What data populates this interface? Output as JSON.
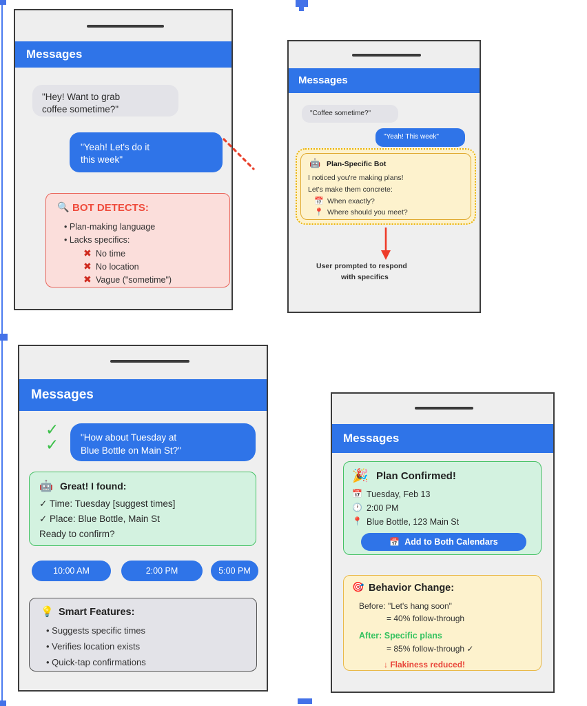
{
  "app": {
    "title": "Messages"
  },
  "colors": {
    "brand_blue": "#2f74e8",
    "bubble_incoming": "#e3e3e8",
    "alert_red": "#cf2a1f",
    "alert_red_bg": "#fbdedb",
    "success_green": "#44c164",
    "success_green_bg": "#d3f2e0",
    "warn_yellow": "#eab308",
    "warn_yellow_bg": "#fdf2cd",
    "frame_dark": "#3c3c3c"
  },
  "panel1": {
    "title": "Messages",
    "messages": [
      {
        "side": "incoming",
        "lines": [
          "\"Hey! Want to grab",
          "coffee sometime?\""
        ]
      },
      {
        "side": "outgoing",
        "lines": [
          "\"Yeah! Let's do it",
          "this week\""
        ]
      }
    ],
    "detect_box": {
      "icon": "magnifier-icon",
      "icon_glyph": "🔍",
      "heading": "BOT DETECTS:",
      "bullets": [
        "Plan-making language",
        "Lacks specifics:"
      ],
      "failures": [
        {
          "glyph": "✖",
          "label": "No time"
        },
        {
          "glyph": "✖",
          "label": "No location"
        },
        {
          "glyph": "✖",
          "label": "Vague (\"sometime\")"
        }
      ]
    }
  },
  "panel2": {
    "title": "Messages",
    "messages": [
      {
        "side": "incoming",
        "lines": [
          "\"Coffee sometime?\""
        ]
      },
      {
        "side": "outgoing",
        "lines": [
          "\"Yeah! This week\""
        ]
      }
    ],
    "bot_card": {
      "avatar": "robot-icon",
      "avatar_glyph": "🤖",
      "name": "Plan-Specific Bot",
      "lines": [
        "I noticed you're making plans!",
        "Let's make them concrete:"
      ],
      "prompts": [
        {
          "glyph": "📅",
          "icon": "calendar-icon",
          "text": "When exactly?"
        },
        {
          "glyph": "📍",
          "icon": "pin-icon",
          "text": "Where should you meet?"
        }
      ]
    },
    "outcome": {
      "lines": [
        "User prompted to respond",
        "with specifics"
      ]
    }
  },
  "panel3": {
    "title": "Messages",
    "verified_marks": [
      "✓",
      "✓"
    ],
    "messages": [
      {
        "side": "outgoing",
        "lines": [
          "\"How about Tuesday at",
          "Blue Bottle on Main St?\""
        ]
      }
    ],
    "found_card": {
      "avatar": "robot-icon",
      "avatar_glyph": "🤖",
      "heading": "Great! I found:",
      "items": [
        "✓ Time: Tuesday [suggest times]",
        "✓ Place: Blue Bottle, Main St"
      ],
      "footer": "Ready to confirm?"
    },
    "time_buttons": [
      "10:00 AM",
      "2:00 PM",
      "5:00 PM"
    ],
    "features_card": {
      "icon": "lightbulb-icon",
      "icon_glyph": "💡",
      "heading": "Smart Features:",
      "bullets": [
        "Suggests specific times",
        "Verifies location exists",
        "Quick-tap confirmations"
      ]
    }
  },
  "panel4": {
    "title": "Messages",
    "confirm_card": {
      "icon": "party-popper-icon",
      "icon_glyph": "🎉",
      "heading": "Plan Confirmed!",
      "details": [
        {
          "glyph": "📅",
          "icon": "calendar-icon",
          "text": "Tuesday, Feb 13"
        },
        {
          "glyph": "🕐",
          "icon": "clock-icon",
          "text": "2:00 PM"
        },
        {
          "glyph": "📍",
          "icon": "pin-icon",
          "text": "Blue Bottle, 123 Main St"
        }
      ],
      "cta": {
        "glyph": "📅",
        "icon": "calendar-icon",
        "label": "Add to Both Calendars"
      }
    },
    "behavior_card": {
      "icon": "target-icon",
      "icon_glyph": "🎯",
      "heading": "Behavior Change:",
      "before_label": "Before: \"Let's hang soon\"",
      "before_value": "= 40% follow-through",
      "after_label": "After: Specific plans",
      "after_value": "= 85% follow-through ✓",
      "conclusion": "↓ Flakiness reduced!"
    }
  }
}
